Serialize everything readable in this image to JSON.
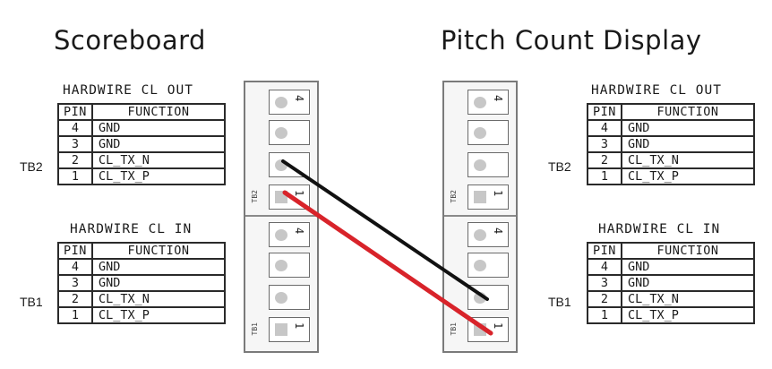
{
  "left_device": {
    "title": "Scoreboard",
    "tb2": {
      "label": "TB2",
      "heading": "HARDWIRE CL OUT",
      "header": {
        "pin": "PIN",
        "function": "FUNCTION"
      },
      "rows": [
        {
          "pin": "4",
          "function": "GND"
        },
        {
          "pin": "3",
          "function": "GND"
        },
        {
          "pin": "2",
          "function": "CL_TX_N"
        },
        {
          "pin": "1",
          "function": "CL_TX_P"
        }
      ]
    },
    "tb1": {
      "label": "TB1",
      "heading": "HARDWIRE CL IN",
      "header": {
        "pin": "PIN",
        "function": "FUNCTION"
      },
      "rows": [
        {
          "pin": "4",
          "function": "GND"
        },
        {
          "pin": "3",
          "function": "GND"
        },
        {
          "pin": "2",
          "function": "CL_TX_N"
        },
        {
          "pin": "1",
          "function": "CL_TX_P"
        }
      ]
    }
  },
  "right_device": {
    "title": "Pitch Count Display",
    "tb2": {
      "label": "TB2",
      "heading": "HARDWIRE CL OUT",
      "header": {
        "pin": "PIN",
        "function": "FUNCTION"
      },
      "rows": [
        {
          "pin": "4",
          "function": "GND"
        },
        {
          "pin": "3",
          "function": "GND"
        },
        {
          "pin": "2",
          "function": "CL_TX_N"
        },
        {
          "pin": "1",
          "function": "CL_TX_P"
        }
      ]
    },
    "tb1": {
      "label": "TB1",
      "heading": "HARDWIRE CL IN",
      "header": {
        "pin": "PIN",
        "function": "FUNCTION"
      },
      "rows": [
        {
          "pin": "4",
          "function": "GND"
        },
        {
          "pin": "3",
          "function": "GND"
        },
        {
          "pin": "2",
          "function": "CL_TX_N"
        },
        {
          "pin": "1",
          "function": "CL_TX_P"
        }
      ]
    }
  },
  "terminal_blocks": {
    "top_tag": "TB2",
    "bottom_tag": "TB1",
    "top_pin_number": "4",
    "bottom_pin_number": "1"
  },
  "wire_colors": {
    "black": "#111111",
    "red": "#d8232a"
  }
}
